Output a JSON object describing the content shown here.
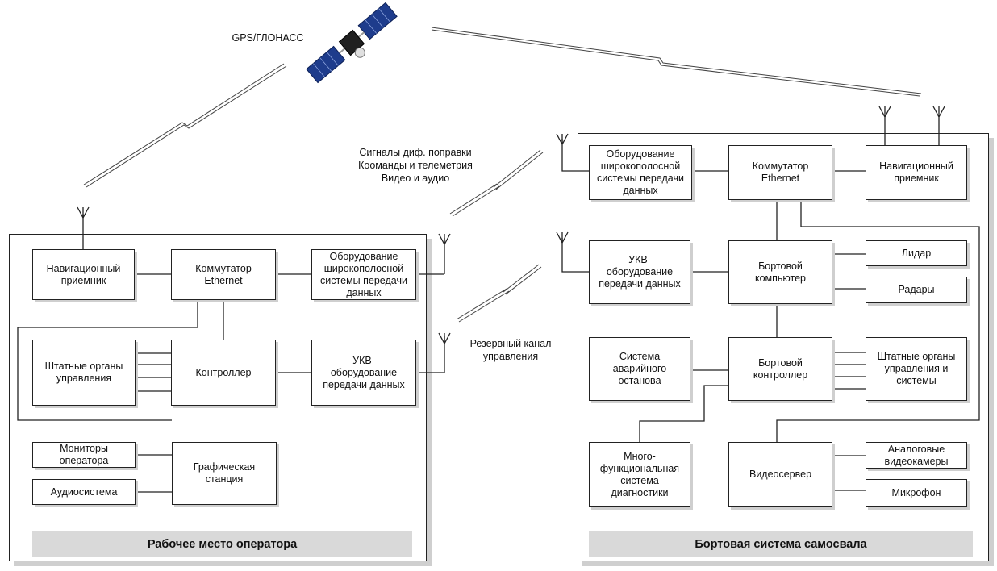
{
  "satellite_label": "GPS/ГЛОНАСС",
  "radio_label_top": "Сигналы диф. поправки\nКооманды и телеметрия\nВидео и аудио",
  "radio_label_reserve": "Резервный канал\nуправления",
  "operator": {
    "footer": "Рабочее место оператора",
    "nav_receiver": "Навигационный\nприемник",
    "ethernet_switch": "Коммутатор\nEthernet",
    "broadband": "Оборудование\nширокополосной\nсистемы передачи\nданных",
    "standard_controls": "Штатные органы\nуправления",
    "controller": "Контроллер",
    "vhf": "УКВ-\nоборудование\nпередачи данных",
    "monitors": "Мониторы\nоператора",
    "audio": "Аудиосистема",
    "graphics_station": "Графическая\nстанция"
  },
  "truck": {
    "footer": "Бортовая система самосвала",
    "broadband": "Оборудование\nширокополосной\nсистемы передачи\nданных",
    "ethernet_switch": "Коммутатор\nEthernet",
    "nav_receiver": "Навигационный\nприемник",
    "vhf": "УКВ-\nоборудование\nпередачи данных",
    "onboard_computer": "Бортовой\nкомпьютер",
    "lidar": "Лидар",
    "radars": "Радары",
    "emergency_stop": "Система\nаварийного\nостанова",
    "onboard_controller": "Бортовой\nконтроллер",
    "standard_controls": "Штатные органы\nуправления и\nсистемы",
    "diagnostics": "Много-\nфункциональная\nсистема\nдиагностики",
    "video_server": "Видеосервер",
    "analog_cameras": "Аналоговые\nвидеокамеры",
    "microphone": "Микрофон"
  }
}
